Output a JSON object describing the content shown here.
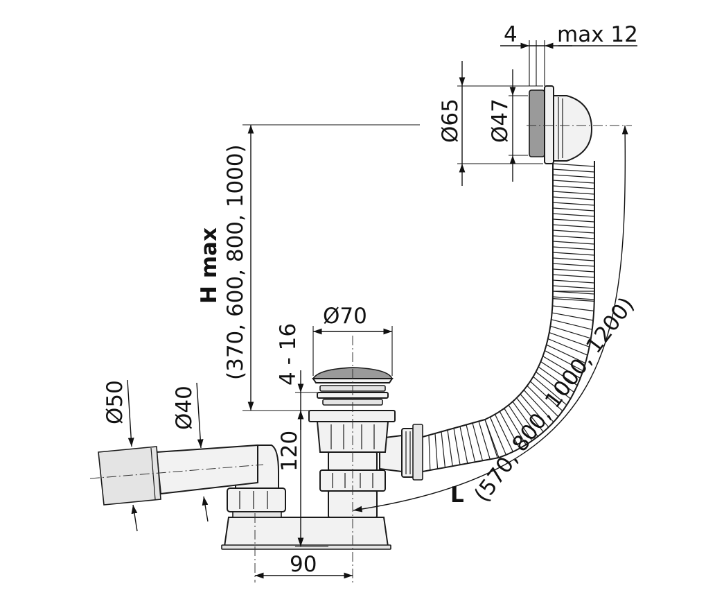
{
  "labels": {
    "dim_4": "4",
    "dim_max12": "max 12",
    "dim_d65": "Ø65",
    "dim_d47": "Ø47",
    "h_title": "H max",
    "h_values": "(370, 600, 800, 1000)",
    "dim_d70": "Ø70",
    "dim_4_16": "4 - 16",
    "dim_d50": "Ø50",
    "dim_d40": "Ø40",
    "dim_120": "120",
    "dim_90": "90",
    "l_title": "L",
    "l_values": "(570, 800, 1000, 1200)"
  },
  "colors": {
    "line": "#111111",
    "part_fill": "#f2f2f2",
    "chrome_fill": "#9a9a9a"
  }
}
